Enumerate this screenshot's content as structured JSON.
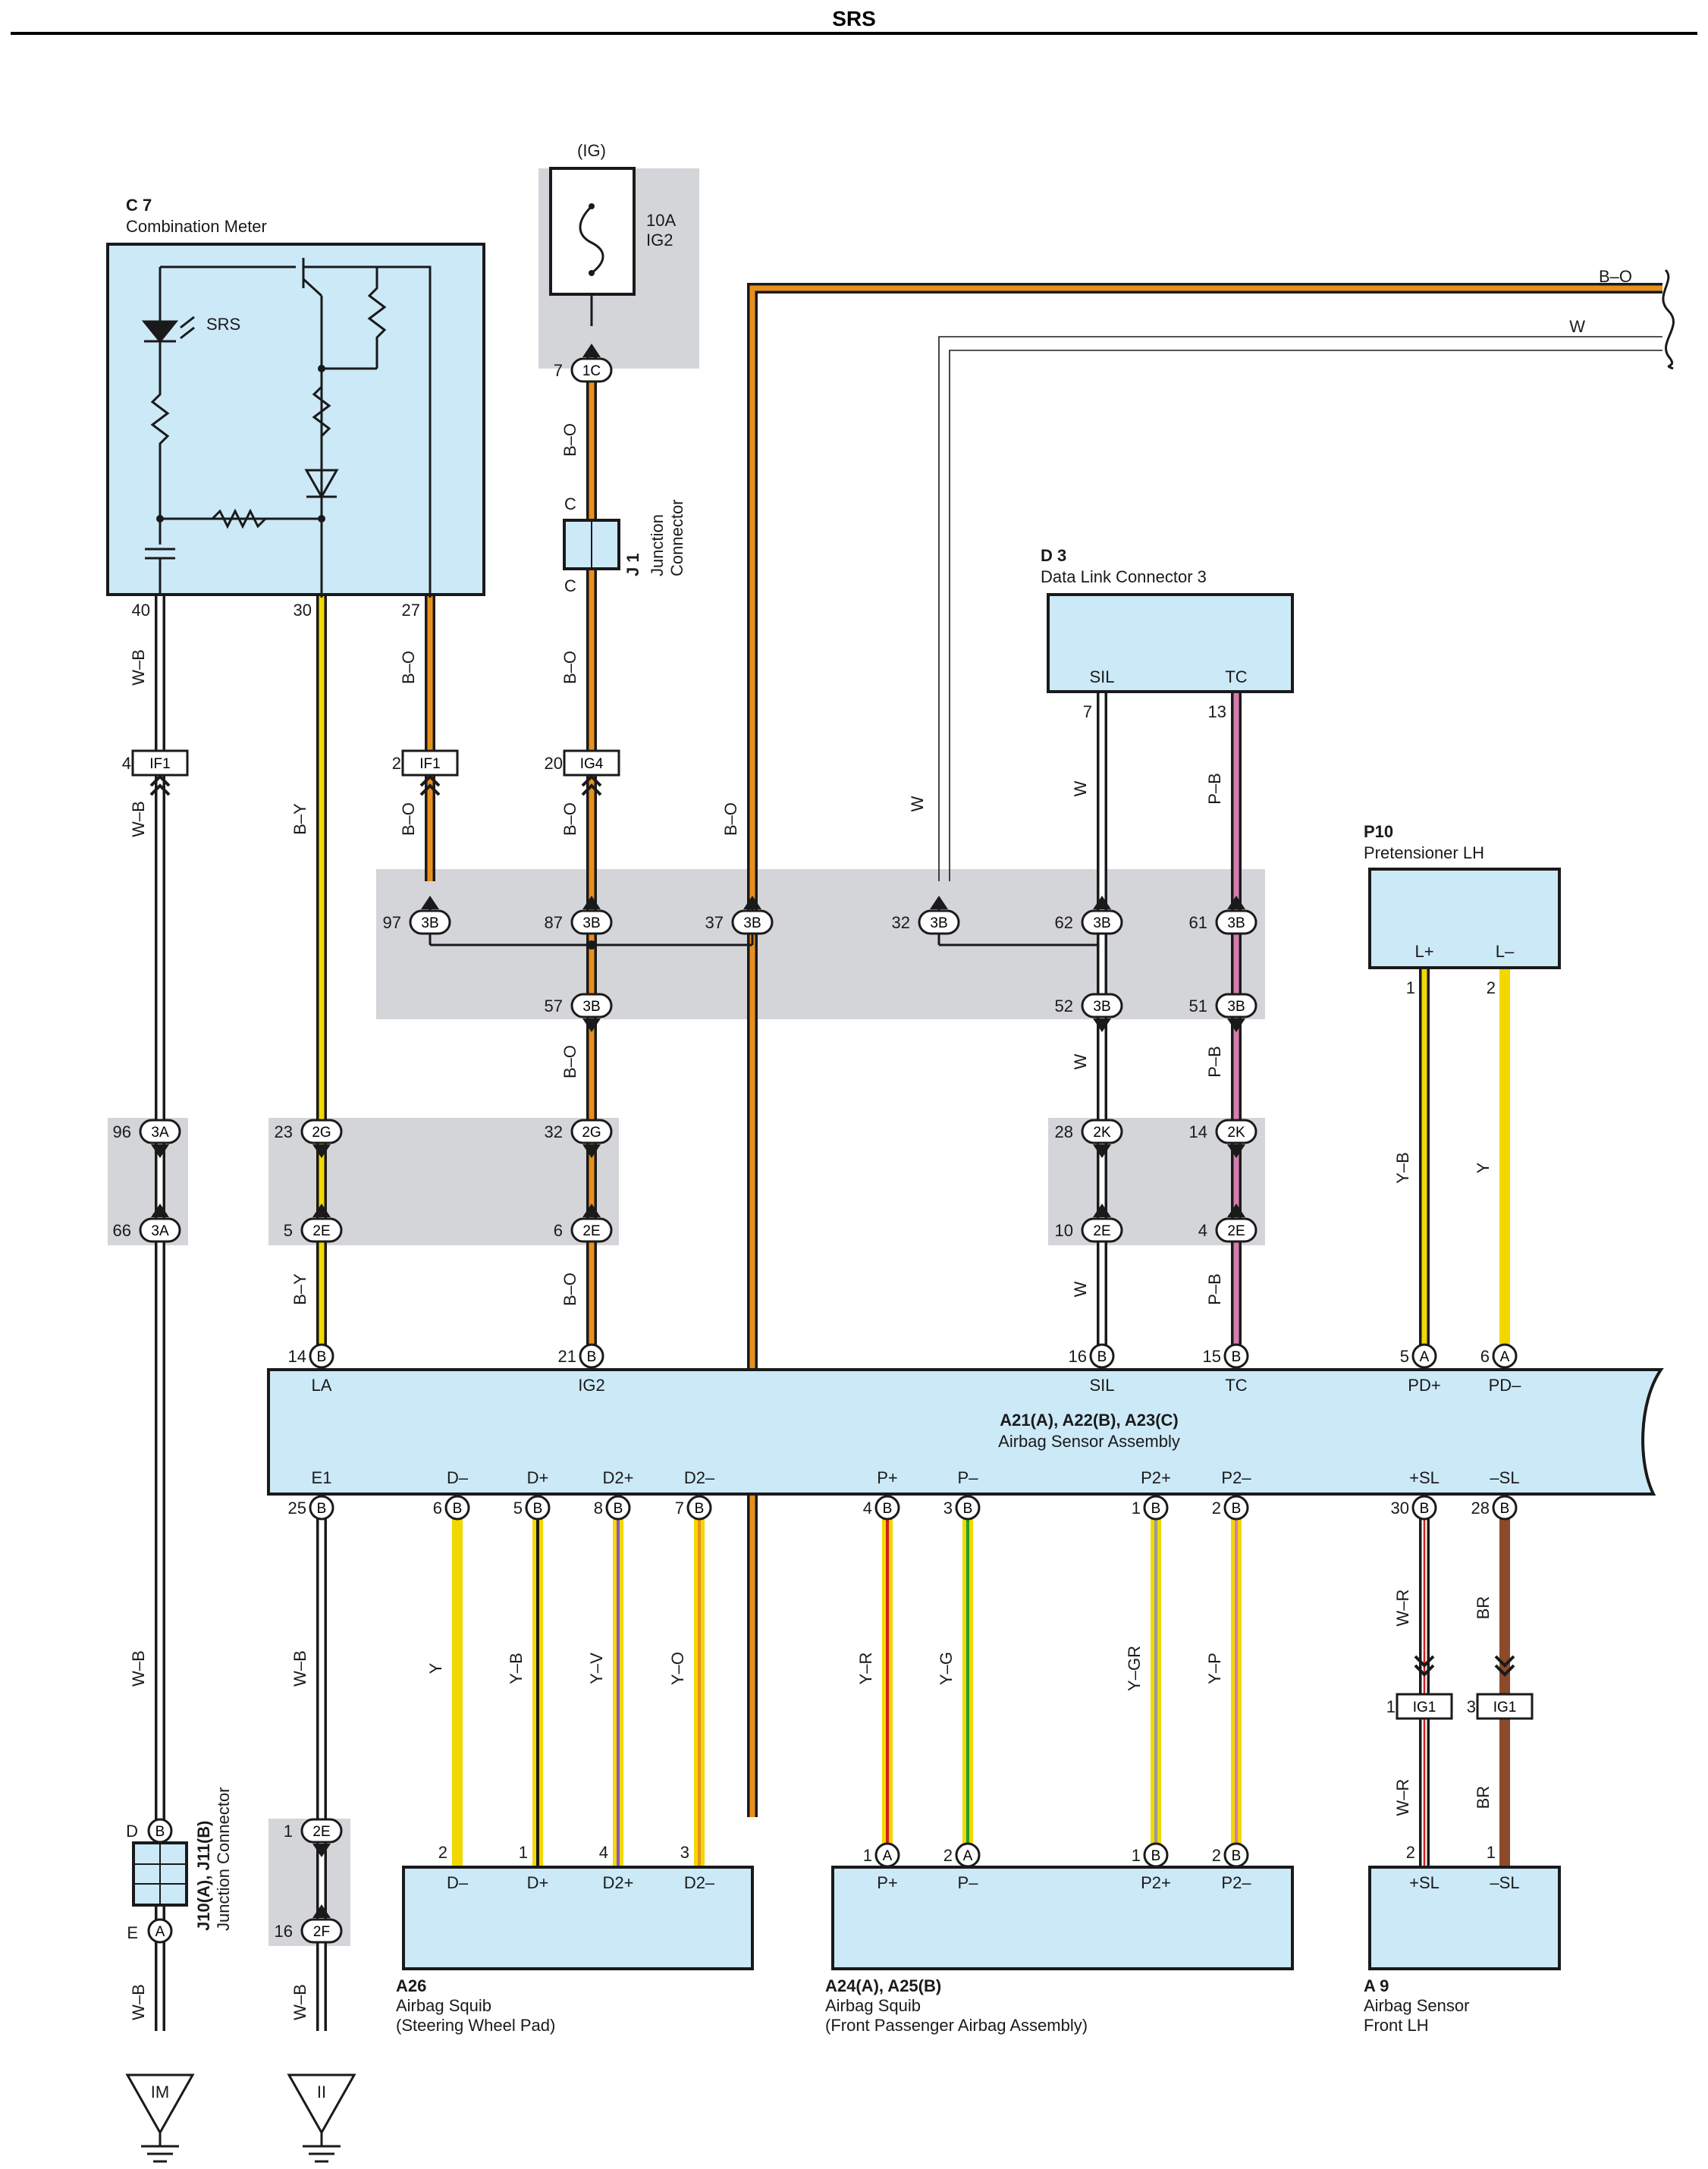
{
  "page_title": "SRS",
  "components": {
    "combination_meter": {
      "code": "C 7",
      "name": "Combination Meter",
      "indicator": "SRS"
    },
    "fuse": {
      "supply": "(IG)",
      "rating": "10A",
      "name": "IG2"
    },
    "junction_j1": {
      "code": "J 1",
      "name_line1": "Junction",
      "name_line2": "Connector",
      "pin_top": "C",
      "pin_bottom": "C"
    },
    "data_link": {
      "code": "D 3",
      "name": "Data Link Connector 3",
      "pin_sil": "SIL",
      "pin_tc": "TC"
    },
    "pretensioner": {
      "code": "P10",
      "name": "Pretensioner LH",
      "pin_plus": "L+",
      "pin_minus": "L–"
    },
    "airbag_sensor_assembly": {
      "code": "A21(A), A22(B), A23(C)",
      "name": "Airbag Sensor Assembly"
    },
    "junction_j10": {
      "code": "J10(A), J11(B)",
      "name": "Junction Connector",
      "pin_d": "D",
      "pin_e": "E"
    },
    "squib_steering": {
      "code": "A26",
      "name_line1": "Airbag Squib",
      "name_line2": "(Steering Wheel Pad)"
    },
    "squib_passenger": {
      "code": "A24(A), A25(B)",
      "name_line1": "Airbag Squib",
      "name_line2": "(Front Passenger Airbag Assembly)"
    },
    "front_sensor": {
      "code": "A 9",
      "name_line1": "Airbag Sensor",
      "name_line2": "Front LH"
    }
  },
  "offpage_wires": {
    "upper": "B–O",
    "lower": "W"
  },
  "meter_pins": [
    "40",
    "30",
    "27"
  ],
  "connectors": [
    {
      "name": "IF1",
      "pin": "4"
    },
    {
      "name": "IF1",
      "pin": "2"
    },
    {
      "name": "IG4",
      "pin": "20"
    },
    {
      "name": "1C",
      "pin": "7"
    },
    {
      "name": "3B",
      "pin": "97"
    },
    {
      "name": "3B",
      "pin": "87"
    },
    {
      "name": "3B",
      "pin": "37"
    },
    {
      "name": "3B",
      "pin": "32"
    },
    {
      "name": "3B",
      "pin": "62"
    },
    {
      "name": "3B",
      "pin": "61"
    },
    {
      "name": "3B",
      "pin": "57"
    },
    {
      "name": "3B",
      "pin": "52"
    },
    {
      "name": "3B",
      "pin": "51"
    },
    {
      "name": "3A",
      "pin": "96"
    },
    {
      "name": "3A",
      "pin": "66"
    },
    {
      "name": "2G",
      "pin": "23"
    },
    {
      "name": "2G",
      "pin": "32"
    },
    {
      "name": "2E",
      "pin": "5"
    },
    {
      "name": "2E",
      "pin": "6"
    },
    {
      "name": "2K",
      "pin": "28"
    },
    {
      "name": "2K",
      "pin": "14"
    },
    {
      "name": "2E",
      "pin": "10"
    },
    {
      "name": "2E",
      "pin": "4"
    },
    {
      "name": "2E",
      "pin": "1"
    },
    {
      "name": "2F",
      "pin": "16"
    },
    {
      "name": "IG1",
      "pin": "1"
    },
    {
      "name": "IG1",
      "pin": "3"
    }
  ],
  "dlc_pins": [
    "7",
    "13"
  ],
  "pretensioner_pins": [
    "1",
    "2"
  ],
  "assembly_top_pins": [
    {
      "pin": "14",
      "conn": "B",
      "label": "LA"
    },
    {
      "pin": "21",
      "conn": "B",
      "label": "IG2"
    },
    {
      "pin": "16",
      "conn": "B",
      "label": "SIL"
    },
    {
      "pin": "15",
      "conn": "B",
      "label": "TC"
    },
    {
      "pin": "5",
      "conn": "A",
      "label": "PD+"
    },
    {
      "pin": "6",
      "conn": "A",
      "label": "PD–"
    }
  ],
  "assembly_bottom_pins": [
    {
      "pin": "25",
      "conn": "B",
      "label": "E1"
    },
    {
      "pin": "6",
      "conn": "B",
      "label": "D–"
    },
    {
      "pin": "5",
      "conn": "B",
      "label": "D+"
    },
    {
      "pin": "8",
      "conn": "B",
      "label": "D2+"
    },
    {
      "pin": "7",
      "conn": "B",
      "label": "D2–"
    },
    {
      "pin": "4",
      "conn": "B",
      "label": "P+"
    },
    {
      "pin": "3",
      "conn": "B",
      "label": "P–"
    },
    {
      "pin": "1",
      "conn": "B",
      "label": "P2+"
    },
    {
      "pin": "2",
      "conn": "B",
      "label": "P2–"
    },
    {
      "pin": "30",
      "conn": "B",
      "label": "+SL"
    },
    {
      "pin": "28",
      "conn": "B",
      "label": "–SL"
    }
  ],
  "squib_steering_pins": [
    {
      "pin": "2",
      "label": "D–"
    },
    {
      "pin": "1",
      "label": "D+"
    },
    {
      "pin": "4",
      "label": "D2+"
    },
    {
      "pin": "3",
      "label": "D2–"
    }
  ],
  "squib_passenger_pins": [
    {
      "pin": "1",
      "conn": "A",
      "label": "P+"
    },
    {
      "pin": "2",
      "conn": "A",
      "label": "P–"
    },
    {
      "pin": "1",
      "conn": "B",
      "label": "P2+"
    },
    {
      "pin": "2",
      "conn": "B",
      "label": "P2–"
    }
  ],
  "front_sensor_pins": [
    {
      "pin": "2",
      "label": "+SL"
    },
    {
      "pin": "1",
      "label": "–SL"
    }
  ],
  "grounds": [
    "IM",
    "II"
  ],
  "wire_labels": {
    "w_b": "W–B",
    "b_y": "B–Y",
    "b_o": "B–O",
    "w": "W",
    "p_b": "P–B",
    "y_b": "Y–B",
    "y": "Y",
    "y_v": "Y–V",
    "y_o": "Y–O",
    "y_r": "Y–R",
    "y_g": "Y–G",
    "y_gr": "Y–GR",
    "y_p": "Y–P",
    "w_r": "W–R",
    "br": "BR"
  },
  "wire_colors": {
    "black": "#1a1a1a",
    "orange": "#e8901e",
    "yellow": "#f2d800",
    "pink": "#d67db0",
    "red": "#d21e1e",
    "green": "#1fa02a",
    "violet": "#8a55c8",
    "gray": "#9a9a9a",
    "brown": "#8b4a2b",
    "white": "#ffffff"
  },
  "fill_colors": {
    "component": "#cce9f8",
    "shaded": "#d4d5d8"
  }
}
